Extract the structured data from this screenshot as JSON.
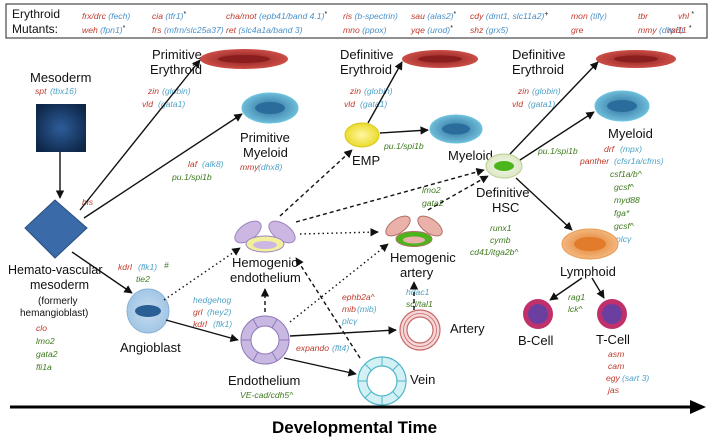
{
  "mutants": {
    "title_line1": "Erythroid",
    "title_line2": "Mutants:",
    "row1": [
      {
        "name": "frx/drc",
        "gene": "(fech)"
      },
      {
        "name": "cia",
        "gene": "(tfr1)",
        "mark": "*"
      },
      {
        "name": "cha/mot",
        "gene": "(epb41/band 4.1)",
        "mark": "*"
      },
      {
        "name": "ris",
        "gene": "(b-spectrin)"
      },
      {
        "name": "sau",
        "gene": "(alas2)",
        "mark": "*"
      },
      {
        "name": "cdy",
        "gene": "(dmt1, slc11a2)",
        "mark": "+"
      },
      {
        "name": "mon",
        "gene": "(tifγ)"
      },
      {
        "name": "tbr",
        "gene": ""
      },
      {
        "name": "vhl",
        "gene": "",
        "mark": "*"
      }
    ],
    "row2": [
      {
        "name": "weh",
        "gene": "(fpn1)",
        "mark": "*"
      },
      {
        "name": "frs",
        "gene": "(mfrn/slc25a37)"
      },
      {
        "name": "ret",
        "gene": "(slc4a1a/band 3)"
      },
      {
        "name": "mno",
        "gene": "(ppox)"
      },
      {
        "name": "yqe",
        "gene": "(urod)",
        "mark": "*"
      },
      {
        "name": "shz",
        "gene": "(grx5)"
      },
      {
        "name": "gre",
        "gene": ""
      },
      {
        "name": "mmy",
        "gene": "(dhx8)"
      },
      {
        "name": "rpl11",
        "gene": "",
        "mark": "*"
      }
    ]
  },
  "cells": {
    "mesoderm": "Mesoderm",
    "primitive_erythroid_1": "Primitive",
    "primitive_erythroid_2": "Erythroid",
    "primitive_myeloid_1": "Primitive",
    "primitive_myeloid_2": "Myeloid",
    "definitive_erythroid_a1": "Definitive",
    "definitive_erythroid_a2": "Erythroid",
    "definitive_erythroid_b1": "Definitive",
    "definitive_erythroid_b2": "Erythroid",
    "emp": "EMP",
    "myeloid_a": "Myeloid",
    "myeloid_b": "Myeloid",
    "definitive_hsc_1": "Definitive",
    "definitive_hsc_2": "HSC",
    "hemato_1": "Hemato-vascular",
    "hemato_2": "mesoderm",
    "hemato_3": "(formerly",
    "hemato_4": "hemangioblast)",
    "hemogenic_endo_1": "Hemogenic",
    "hemogenic_endo_2": "endothelium",
    "hemogenic_artery_1": "Hemogenic",
    "hemogenic_artery_2": "artery",
    "lymphoid": "Lymphoid",
    "bcell": "B-Cell",
    "tcell": "T-Cell",
    "angioblast": "Angioblast",
    "artery": "Artery",
    "endothelium": "Endothelium",
    "vein": "Vein"
  },
  "genes": {
    "spt": "spt",
    "tbx16": "(tbx16)",
    "bls": "bls",
    "zin1": "zin",
    "globin1": "(globin)",
    "vld1": "vld",
    "gata1_1": "(gata1)",
    "laf": "laf",
    "alk8": "(alk8)",
    "pu1_a": "pu.1/spi1b",
    "mmy": "mmy",
    "dhx8": "(dhx8)",
    "zin2": "zin",
    "globin2": "(globin)",
    "vld2": "vld",
    "gata1_2": "(gata1)",
    "pu1_b": "pu.1/spi1b",
    "zin3": "zin",
    "globin3": "(globin)",
    "vld3": "vld",
    "gata1_3": "(gata1)",
    "pu1_c": "pu.1/spi1b",
    "drf": "drf",
    "mpx": "(mpx)",
    "panther": "panther",
    "csf1a": "(cfsr1a/cfms)",
    "csf1ab": "csf1a/b^",
    "gcs1": "gcsf^",
    "myd88": "myd88",
    "fga": "fga*",
    "gcs2": "gcsf^",
    "plcy1": "plcγ",
    "lmo2_a": "lmo2",
    "gata2_a": "gata2",
    "runx1": "runx1",
    "cymb": "cymb",
    "cd41": "cd41/itga2b^",
    "kdrl_a": "kdrl",
    "flk1_a": "(flk1)",
    "flk1_mark": "#",
    "tie2": "tie2",
    "hedgehog": "hedgehog",
    "grl": "grl",
    "hey2": "(hey2)",
    "kdrl_b": "kdrl",
    "flk1_b": "(flk1)",
    "clo": "clo",
    "lmo2_b": "lmo2",
    "gata2_b": "gata2",
    "fli1a": "fli1a",
    "ephb2a": "ephb2a^",
    "mib": "mib",
    "mib_g": "(mib)",
    "plcy2": "plcγ",
    "hdac1": "hdac1",
    "scl": "scl/tal1",
    "expando": "expando",
    "flt4": "(flt4)",
    "vecad": "VE-cad/cdh5^",
    "rag1": "rag1",
    "lck": "lck^",
    "asm": "asm",
    "cam": "cam",
    "egy": "egy",
    "sart3": "(sart 3)",
    "jas": "jas"
  },
  "timeline": {
    "label": "Developmental Time"
  },
  "colors": {
    "red": "#c0392b",
    "blue": "#4a90c8",
    "green": "#3e7a1e",
    "erythroid": "#c8423c",
    "myeloid": "#5fbad8",
    "emp": "#f0e21a",
    "hsc": "#4cb51c",
    "lymphoid": "#f2a154",
    "bcell": "#c0306b",
    "endothelium": "#b59fd0",
    "artery": "#e59a9a",
    "vein": "#6ec8d8"
  }
}
